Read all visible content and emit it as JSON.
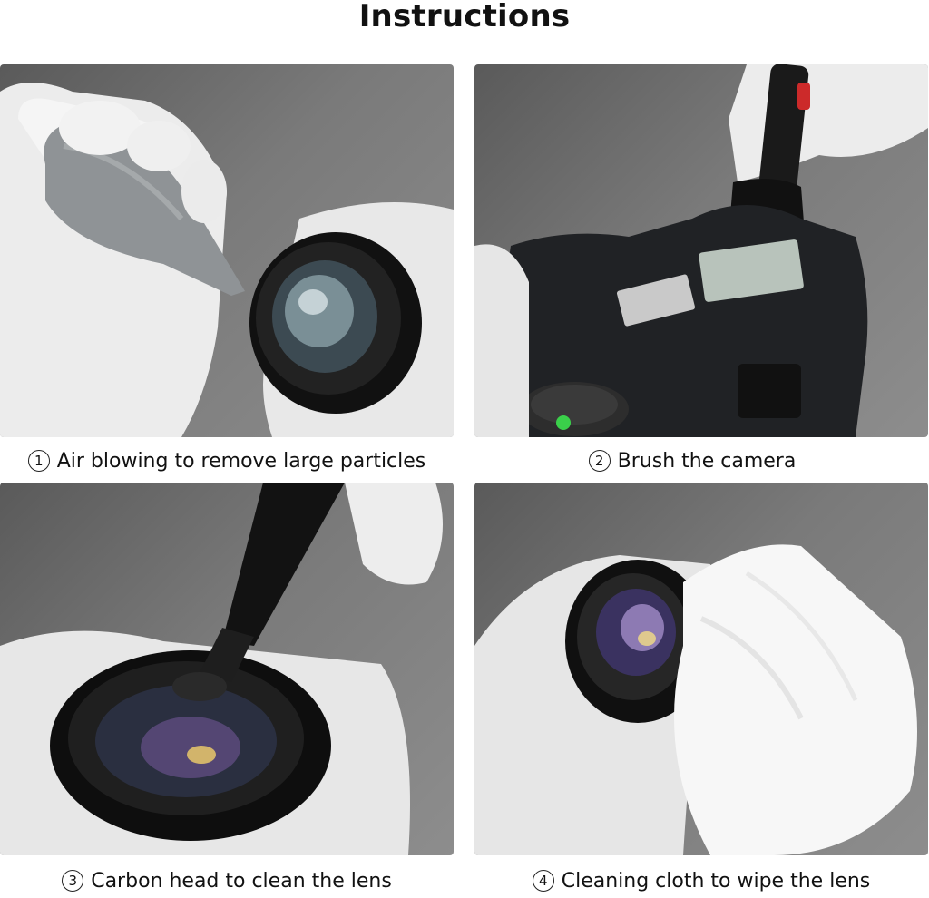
{
  "header": {
    "title": "Instructions"
  },
  "steps": [
    {
      "number": "1",
      "caption": "Air blowing to remove large particles",
      "illustration": "air-blower-lens"
    },
    {
      "number": "2",
      "caption": "Brush the camera",
      "illustration": "brush-camera"
    },
    {
      "number": "3",
      "caption": "Carbon head to clean the lens",
      "illustration": "carbon-pen-lens"
    },
    {
      "number": "4",
      "caption": "Cleaning cloth to wipe the lens",
      "illustration": "cloth-wipe-lens"
    }
  ]
}
